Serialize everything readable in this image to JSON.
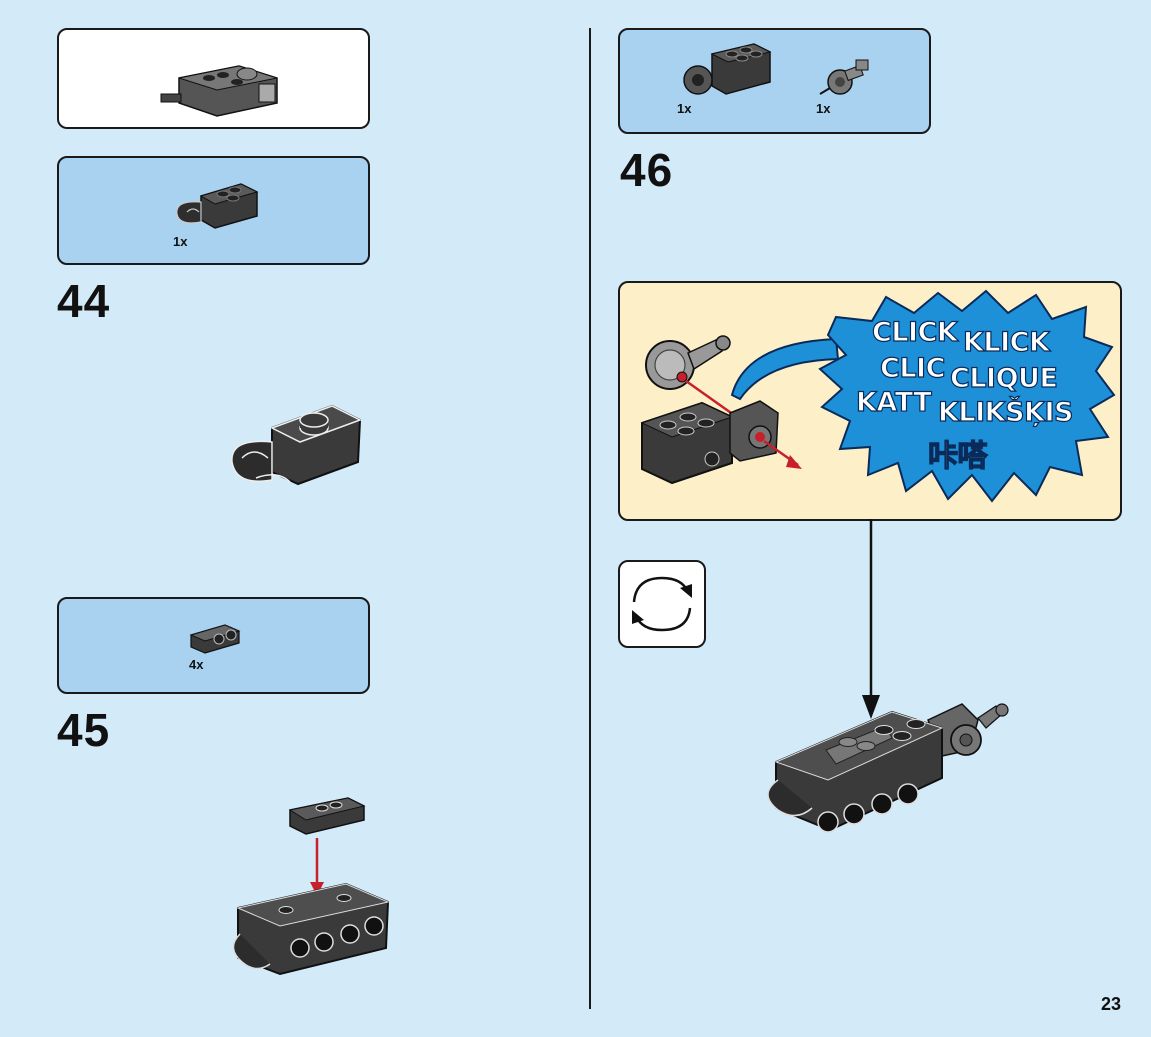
{
  "page": {
    "number": "23"
  },
  "steps": [
    {
      "number": "44",
      "parts": [
        {
          "qty": "1x",
          "icon": "hinge-brick-icon"
        }
      ]
    },
    {
      "number": "45",
      "parts": [
        {
          "qty": "4x",
          "icon": "bracket-plate-icon"
        }
      ]
    },
    {
      "number": "46",
      "parts": [
        {
          "qty": "1x",
          "icon": "technic-brick-with-ball-icon"
        },
        {
          "qty": "1x",
          "icon": "ball-joint-pin-icon"
        }
      ]
    }
  ],
  "click_callout": {
    "words": [
      "CLICK",
      "KLICK",
      "CLIC",
      "CLIQUE",
      "KATT",
      "KLIKŠĶIS",
      "咔嗒"
    ]
  },
  "icons": {
    "rotate": "rotate-model-icon",
    "subassembly": "subassembly-preview-icon"
  },
  "colors": {
    "background": "#d3eaf8",
    "parts_panel": "#a9d2f0",
    "callout_panel": "#fdf0c9",
    "burst": "#1e90d8",
    "arrow_red": "#c8202a",
    "brick_dark": "#3a3a3a"
  }
}
